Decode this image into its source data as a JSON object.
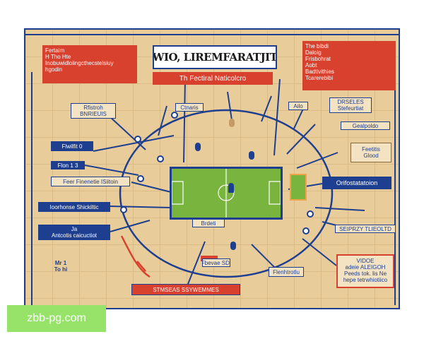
{
  "title": "WIO, LIREMFARATJIT",
  "subtitle": "Th Fectiral Naticolcro",
  "watermark": "zbb-pg.com",
  "red_panel_left": [
    "Fertaim",
    "H Tho Hte",
    "Inobuwidloiingcthecstelsiuy",
    "hgodin"
  ],
  "red_panel_right": [
    "The bibdi",
    "Daloig",
    "Frisbohrat",
    "Aobt",
    "Badtivithies",
    "Tcarerebibi"
  ],
  "labels": {
    "left_1": "Rfistroh\nBNRIEUIS",
    "left_2": "Flwilfit 0",
    "left_3": "Flon 1 3",
    "left_4": "Feer Finenetie ISiitoin",
    "left_5": "Ioorhonse Shickiltic",
    "left_6": "Ja\nAntcotis caicuctiot",
    "left_7": "Mr 1\nTo hi",
    "top_1": "Ctnaris",
    "top_2": "Ailo",
    "right_1": "DRSELES\nStefeurtiat",
    "right_2": "Gealpoldo",
    "right_3": "Feetitis\nGlood",
    "right_4": "Orifostatatoion",
    "right_5": "SEIPRZY TLIEOLTD",
    "right_6": "VIDOE\nadeie ALEIGOH\nPeeds tok. lis Ne\nhepe tetrwhiotiico",
    "bottom_1": "Flenhtrotlu",
    "bottom_2": "Fbevae SDI",
    "bottom_3": "STMSEAS SSYWEMMES",
    "mid": "Brdeti"
  },
  "colors": {
    "board": "#e8cc9a",
    "navy": "#1e3f8f",
    "red": "#d9412f",
    "pitch": "#79b43e",
    "watermark_bg": "#97e36a"
  }
}
